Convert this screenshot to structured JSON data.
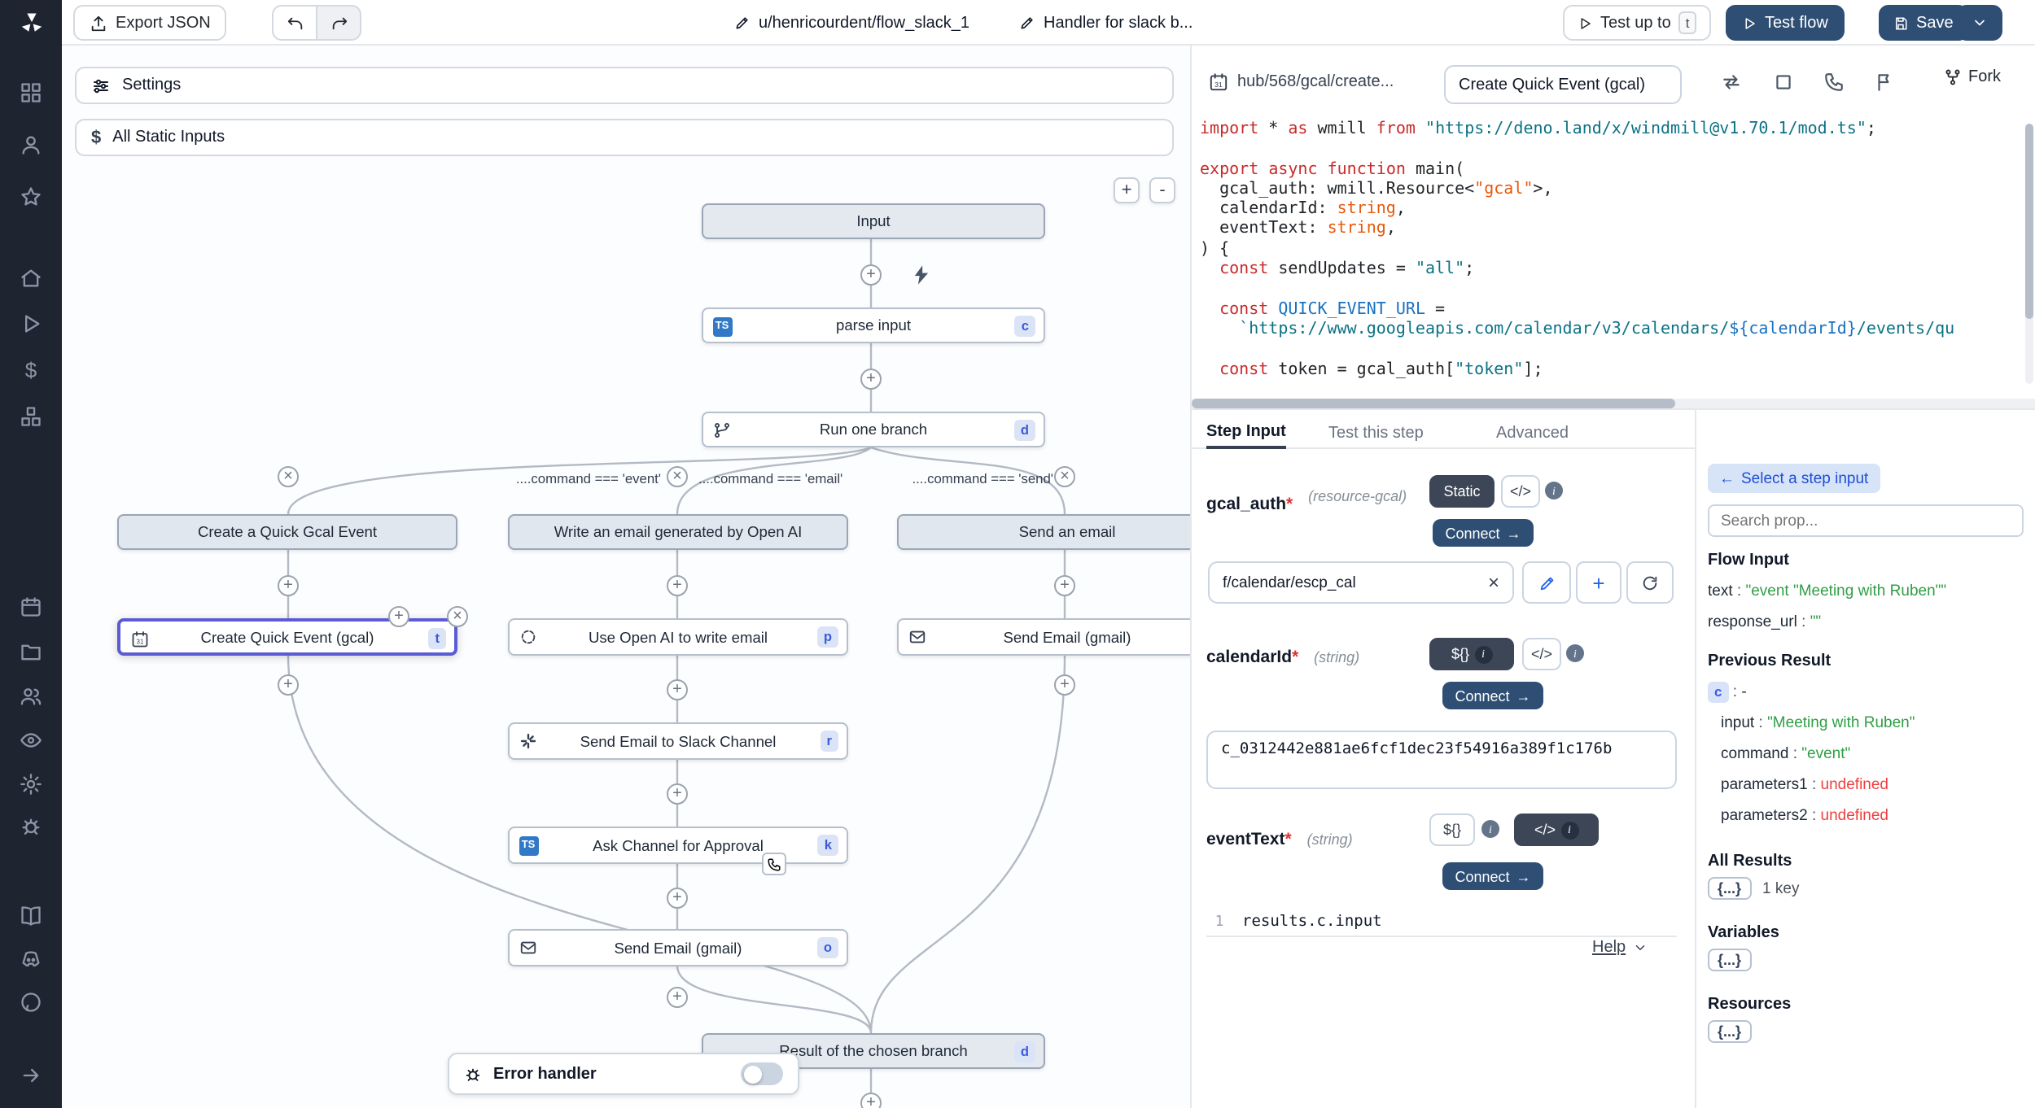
{
  "topbar": {
    "export_json": "Export JSON",
    "flow_path": "u/henricourdent/flow_slack_1",
    "flow_summary": "Handler for slack b...",
    "test_up_to": "Test up to",
    "test_up_to_key": "t",
    "test_flow": "Test flow",
    "save": "Save"
  },
  "canvas": {
    "settings": "Settings",
    "all_static_inputs": "All Static Inputs",
    "zoom_in": "+",
    "zoom_out": "-",
    "error_handler": "Error handler"
  },
  "flow": {
    "input": "Input",
    "parse_input": "parse input",
    "parse_input_badge": "c",
    "run_one_branch": "Run one branch",
    "run_one_branch_badge": "d",
    "cond1": "....command === 'event'",
    "cond2": "....command === 'email'",
    "cond3": "....command === 'send'",
    "branch1_header": "Create a Quick Gcal Event",
    "branch2_header": "Write an email generated by Open AI",
    "branch3_header": "Send an email",
    "gcal_node": "Create Quick Event (gcal)",
    "gcal_badge": "t",
    "openai_node": "Use Open AI to write email",
    "openai_badge": "p",
    "slack_node": "Send Email to Slack Channel",
    "slack_badge": "r",
    "approval_node": "Ask Channel for Approval",
    "approval_badge": "k",
    "gmail_node": "Send Email (gmail)",
    "gmail_badge": "o",
    "gmail_node_b3": "Send Email (gmail)",
    "result_node": "Result of the chosen branch",
    "result_badge": "d"
  },
  "editor": {
    "hub_path": "hub/568/gcal/create...",
    "step_name": "Create Quick Event (gcal)",
    "fork": "Fork",
    "code": [
      [
        [
          "kw",
          "import"
        ],
        [
          "pl",
          " * "
        ],
        [
          "kw",
          "as"
        ],
        [
          "pl",
          " wmill "
        ],
        [
          "kw",
          "from"
        ],
        [
          "pl",
          " "
        ],
        [
          "str",
          "\"https://deno.land/x/windmill@v1.70.1/mod.ts\""
        ],
        [
          "pl",
          ";"
        ]
      ],
      [],
      [
        [
          "kw",
          "export"
        ],
        [
          "pl",
          " "
        ],
        [
          "kw",
          "async"
        ],
        [
          "pl",
          " "
        ],
        [
          "kw",
          "function"
        ],
        [
          "pl",
          " main("
        ]
      ],
      [
        [
          "pl",
          "  gcal_auth: wmill.Resource<"
        ],
        [
          "typ",
          "\"gcal\""
        ],
        [
          "pl",
          ">,"
        ]
      ],
      [
        [
          "pl",
          "  calendarId: "
        ],
        [
          "typ",
          "string"
        ],
        [
          "pl",
          ","
        ]
      ],
      [
        [
          "pl",
          "  eventText: "
        ],
        [
          "typ",
          "string"
        ],
        [
          "pl",
          ","
        ]
      ],
      [
        [
          "pl",
          ") {"
        ]
      ],
      [
        [
          "pl",
          "  "
        ],
        [
          "kw",
          "const"
        ],
        [
          "pl",
          " sendUpdates = "
        ],
        [
          "str",
          "\"all\""
        ],
        [
          "pl",
          ";"
        ]
      ],
      [],
      [
        [
          "pl",
          "  "
        ],
        [
          "kw",
          "const"
        ],
        [
          "pl",
          " "
        ],
        [
          "var",
          "QUICK_EVENT_URL"
        ],
        [
          "pl",
          " ="
        ]
      ],
      [
        [
          "pl",
          "    "
        ],
        [
          "str",
          "`https://www.googleapis.com/calendar/v3/calendars/"
        ],
        [
          "var",
          "${calendarId}"
        ],
        [
          "str",
          "/events/qu"
        ]
      ],
      [],
      [
        [
          "pl",
          "  "
        ],
        [
          "kw",
          "const"
        ],
        [
          "pl",
          " token = gcal_auth["
        ],
        [
          "str",
          "\"token\""
        ],
        [
          "pl",
          "];"
        ]
      ]
    ]
  },
  "step_input": {
    "tabs": [
      "Step Input",
      "Test this step",
      "Advanced"
    ],
    "required_mark": "*",
    "toggles": {
      "expr": "${}",
      "code": "</>"
    },
    "gcal_auth": {
      "name": "gcal_auth",
      "type": "(resource-gcal)",
      "static_label": "Static",
      "connect": "Connect",
      "value": "f/calendar/escp_cal"
    },
    "calendar_id": {
      "name": "calendarId",
      "type": "(string)",
      "connect": "Connect",
      "value": "c_0312442e881ae6fcf1dec23f54916a389f1c176b"
    },
    "event_text": {
      "name": "eventText",
      "type": "(string)",
      "connect": "Connect",
      "expr_line_no": "1",
      "expr": "results.c.input"
    },
    "help": "Help"
  },
  "prop_picker": {
    "back": "Select a step input",
    "search_placeholder": "Search prop...",
    "flow_input_title": "Flow Input",
    "flow_input_rows": [
      {
        "key": "text",
        "value": "\"event \"Meeting with Ruben\"\"",
        "kind": "string"
      },
      {
        "key": "response_url",
        "value": "\"\"",
        "kind": "string"
      }
    ],
    "previous_result_title": "Previous Result",
    "prev_badge": "c",
    "prev_badge_value": "-",
    "previous_result_rows": [
      {
        "key": "input",
        "value": "\"Meeting with Ruben\"",
        "kind": "string"
      },
      {
        "key": "command",
        "value": "\"event\"",
        "kind": "string"
      },
      {
        "key": "parameters1",
        "value": "undefined",
        "kind": "undefined"
      },
      {
        "key": "parameters2",
        "value": "undefined",
        "kind": "undefined"
      }
    ],
    "all_results_title": "All Results",
    "all_results_chip": "{...}",
    "all_results_meta": "1 key",
    "variables_title": "Variables",
    "variables_chip": "{...}",
    "resources_title": "Resources",
    "resources_chip": "{...}"
  }
}
